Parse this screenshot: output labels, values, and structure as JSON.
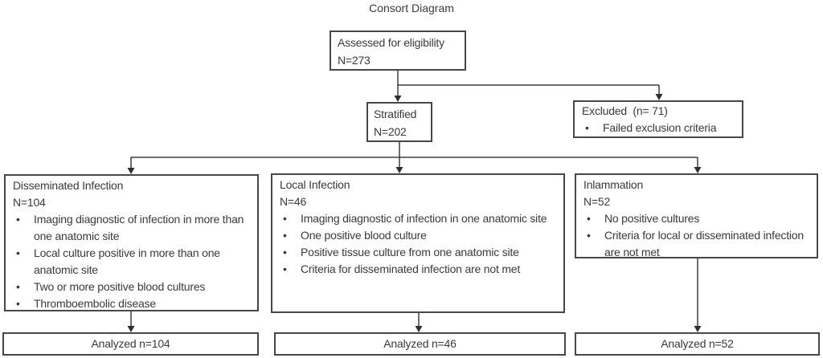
{
  "title": "Consort Diagram",
  "flow": {
    "assessed": {
      "label": "Assessed for eligibility",
      "n": "N=273"
    },
    "stratified": {
      "label": "Stratified",
      "n": "N=202"
    },
    "excluded": {
      "label": "Excluded  (n= 71)",
      "bullets": [
        "Failed exclusion criteria"
      ]
    },
    "arms": [
      {
        "label": "Disseminated Infection",
        "n": "N=104",
        "bullets": [
          "Imaging diagnostic of infection in more than one anatomic site",
          "Local culture positive in more than one anatomic site",
          "Two or more positive blood cultures",
          "Thromboembolic disease"
        ],
        "analyzed": "Analyzed n=104"
      },
      {
        "label": "Local Infection",
        "n": "N=46",
        "bullets": [
          "Imaging diagnostic of infection in one anatomic site",
          "One positive blood culture",
          "Positive tissue culture from one anatomic site",
          "Criteria for disseminated infection are not met"
        ],
        "analyzed": "Analyzed n=46"
      },
      {
        "label": "Inlammation",
        "n": "N=52",
        "bullets": [
          "No positive cultures",
          "Criteria for local or disseminated infection are not met"
        ],
        "analyzed": "Analyzed n=52"
      }
    ]
  },
  "style": {
    "line_color": "#3f3f3f",
    "border_color": "#474747",
    "text_color": "#3a3a3a",
    "bullet_char": "•"
  }
}
